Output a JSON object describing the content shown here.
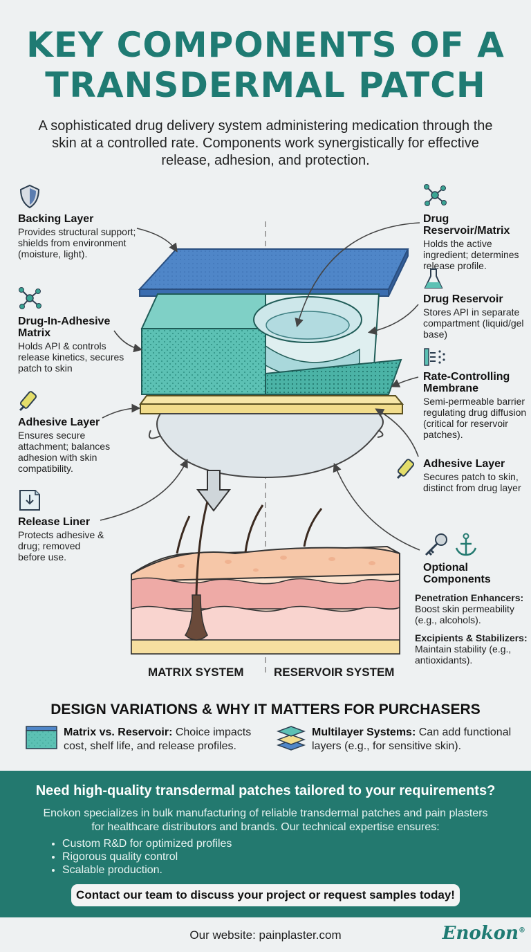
{
  "title": {
    "line1": "KEY COMPONENTS OF A",
    "line2": "TRANSDERMAL PATCH"
  },
  "subtitle": "A sophisticated drug delivery system administering medication through the skin at a controlled rate. Components work synergistically for effective release, adhesion, and protection.",
  "left_labels": [
    {
      "heading": "Backing Layer",
      "text": "Provides structural support; shields from environment (moisture, light).",
      "icon": "shield-icon"
    },
    {
      "heading": "Drug-In-Adhesive Matrix",
      "text": "Holds API & controls release kinetics, secures patch to skin",
      "icon": "molecule-icon"
    },
    {
      "heading": "Adhesive Layer",
      "text": "Ensures secure attachment; balances adhesion with skin compatibility.",
      "icon": "glue-tube-icon"
    },
    {
      "heading": "Release Liner",
      "text": "Protects adhesive & drug; removed before use.",
      "icon": "peel-liner-icon"
    }
  ],
  "right_labels": [
    {
      "heading": "Drug Reservoir/Matrix",
      "text": "Holds the active ingredient; determines release profile.",
      "icon": "molecule-icon"
    },
    {
      "heading": "Drug Reservoir",
      "text": "Stores API in separate compartment (liquid/gel base)",
      "icon": "flask-icon"
    },
    {
      "heading": "Rate-Controlling Membrane",
      "text": "Semi-permeable barrier regulating drug diffusion (critical for reservoir patches).",
      "icon": "membrane-icon"
    },
    {
      "heading": "Adhesive Layer",
      "text": "Secures patch to skin, distinct from drug layer",
      "icon": "glue-tube-icon"
    }
  ],
  "optional": {
    "heading": "Optional Components",
    "items": [
      {
        "name": "Penetration Enhancers:",
        "text": "Boost skin permeability (e.g., alcohols)."
      },
      {
        "name": "Excipients & Stabilizers:",
        "text": "Maintain stability (e.g., antioxidants)."
      }
    ]
  },
  "systems": {
    "left": "MATRIX SYSTEM",
    "right": "RESERVOIR SYSTEM"
  },
  "design": {
    "title": "DESIGN VARIATIONS & WHY IT MATTERS FOR PURCHASERS",
    "items": [
      {
        "bold": "Matrix vs. Reservoir:",
        "text": " Choice impacts cost, shelf life, and release profiles."
      },
      {
        "bold": "Multilayer Systems:",
        "text": " Can add functional layers (e.g., for sensitive skin)."
      }
    ]
  },
  "cta": {
    "heading": "Need high-quality transdermal patches tailored to your requirements?",
    "body": "Enokon specializes in bulk manufacturing of reliable transdermal patches and pain plasters for healthcare distributors and brands. Our technical expertise ensures:",
    "bullets": [
      "Custom R&D for optimized profiles",
      "Rigorous quality control",
      "Scalable production."
    ],
    "button": "Contact our team to discuss your project or request samples today!"
  },
  "footer": {
    "website": "Our website: painplaster.com",
    "brand": "Enokon",
    "reg": "®"
  },
  "colors": {
    "teal": "#1f7b73",
    "backing_blue": "#4f86c8",
    "matrix_teal": "#5cc1b4",
    "adhesive_yellow": "#f2dd8c",
    "skin_pink": "#eeaaa6"
  }
}
